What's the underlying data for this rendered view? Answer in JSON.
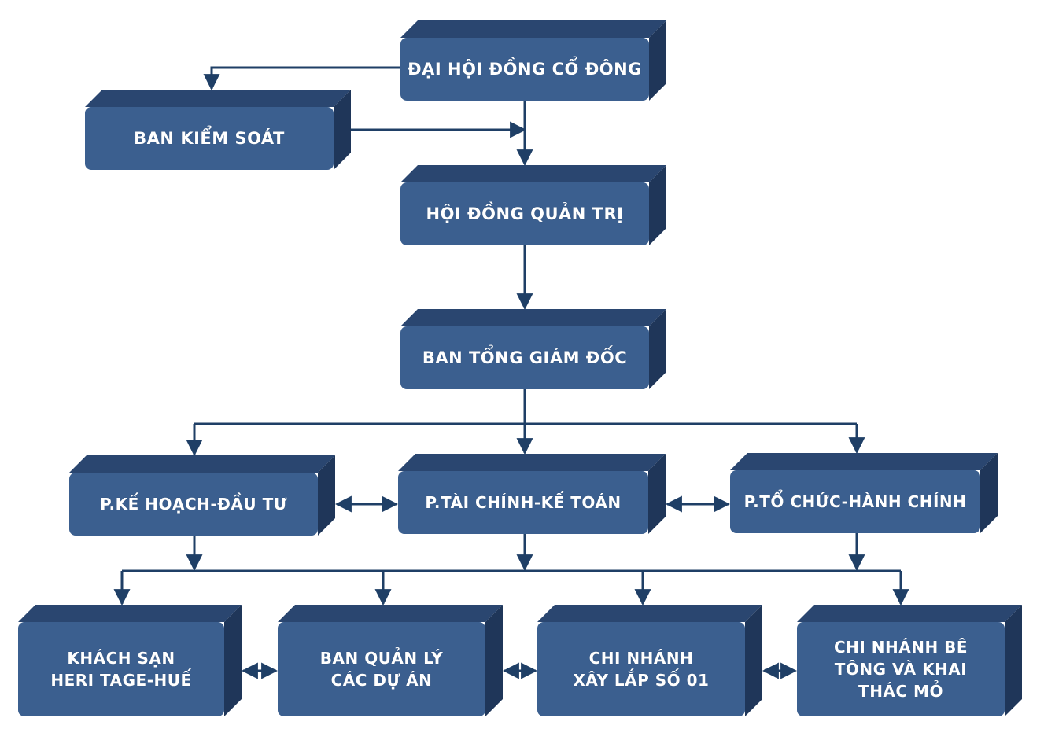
{
  "colors": {
    "face": "#3b5f8f",
    "top": "#2a4670",
    "side": "#1f3659",
    "text": "#ffffff",
    "connector": "#1f3f66"
  },
  "boxes": {
    "dai_hoi_dong_co_dong": {
      "lines": [
        "ĐẠI HỘI ĐỒNG CỔ ĐÔNG"
      ]
    },
    "ban_kiem_soat": {
      "lines": [
        "BAN KIỂM SOÁT"
      ]
    },
    "hoi_dong_quan_tri": {
      "lines": [
        "HỘI ĐỒNG QUẢN TRỊ"
      ]
    },
    "ban_tong_giam_doc": {
      "lines": [
        "BAN TỔNG GIÁM ĐỐC"
      ]
    },
    "p_ke_hoach_dau_tu": {
      "lines": [
        "P.KẾ HOẠCH-ĐẦU TƯ"
      ]
    },
    "p_tai_chinh_ke_toan": {
      "lines": [
        "P.TÀI CHÍNH-KẾ TOÁN"
      ]
    },
    "p_to_chuc_hanh_chinh": {
      "lines": [
        "P.TỔ CHỨC-HÀNH CHÍNH"
      ]
    },
    "khach_san_heritage_hue": {
      "lines": [
        "KHÁCH SẠN",
        "HERI TAGE-HUẾ"
      ]
    },
    "ban_quan_ly_cac_du_an": {
      "lines": [
        "BAN QUẢN LÝ",
        "CÁC DỰ ÁN"
      ]
    },
    "chi_nhanh_xay_lap_so_01": {
      "lines": [
        "CHI NHÁNH",
        "XÂY LẮP SỐ 01"
      ]
    },
    "chi_nhanh_be_tong_va_khai_thac_mo": {
      "lines": [
        "CHI NHÁNH BÊ",
        "TÔNG VÀ KHAI",
        "THÁC MỎ"
      ]
    }
  }
}
